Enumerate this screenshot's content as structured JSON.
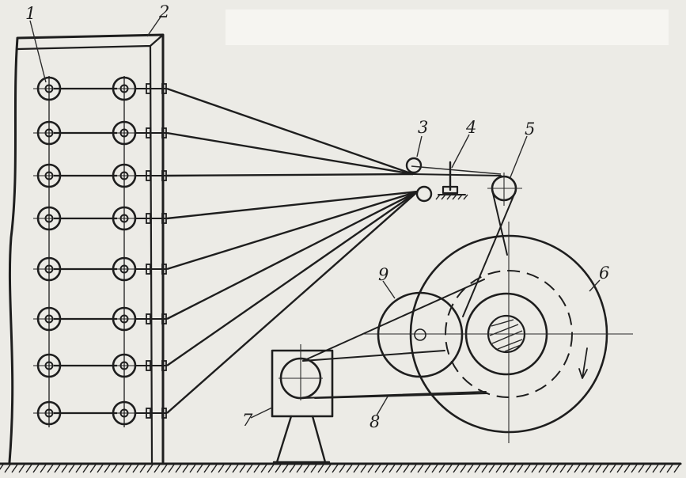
{
  "labels": {
    "bobbin": "1",
    "creel_frame": "2",
    "upper_guide_roller": "3",
    "tension_device": "4",
    "top_pulley": "5",
    "drum": "6",
    "motor": "7",
    "belt": "8",
    "intermediate_wheel": "9"
  },
  "creel": {
    "rows": 8,
    "columns": 2
  },
  "colors": {
    "ink": "#1e1e1e",
    "paper": "#ecebe6"
  }
}
